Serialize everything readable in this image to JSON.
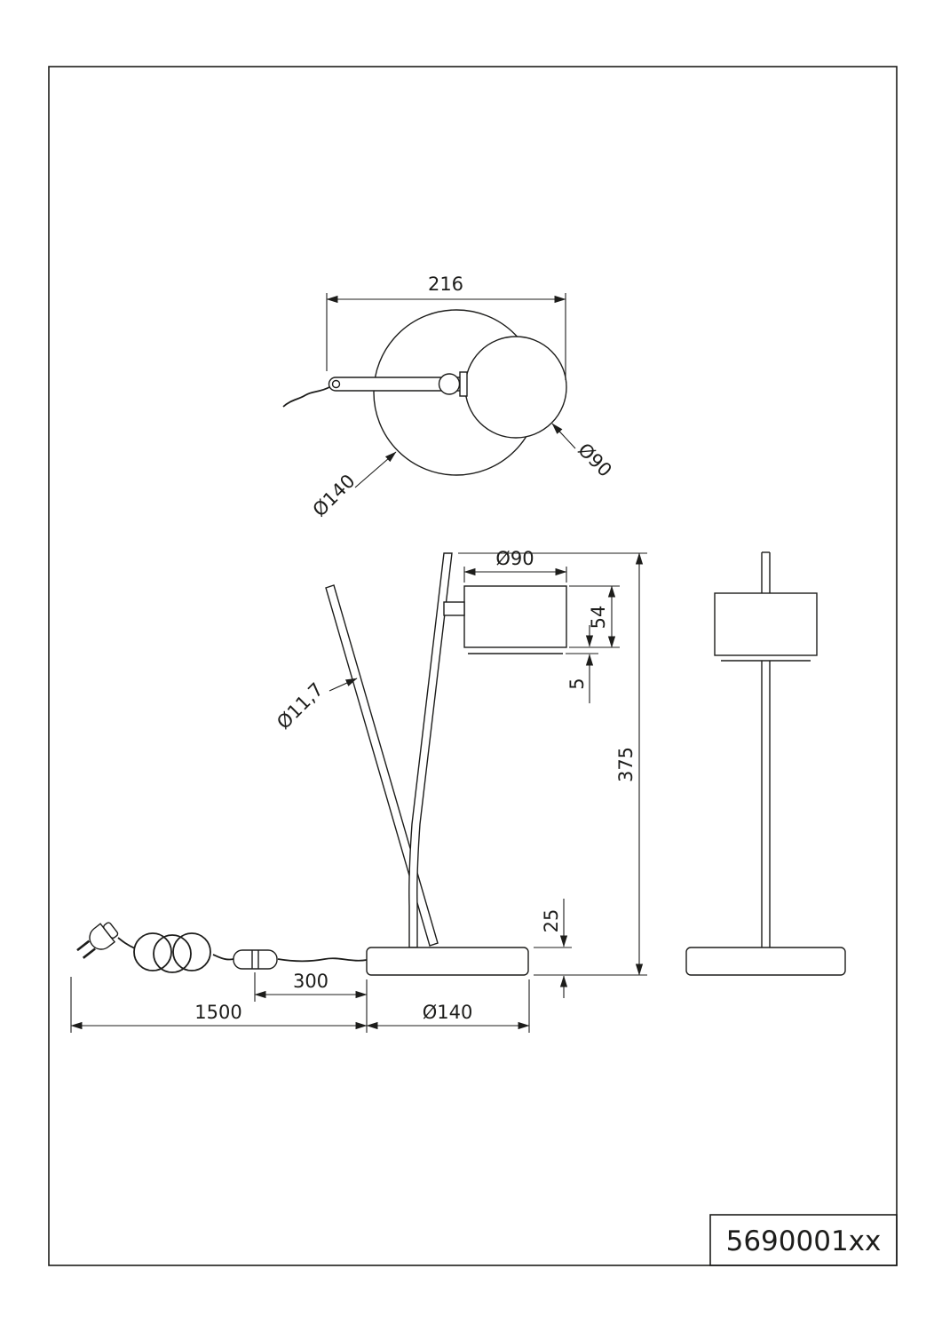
{
  "title_block": {
    "part_number": "5690001xx"
  },
  "top_view": {
    "overall_depth": "216",
    "base_diameter": "Ø140",
    "head_diameter": "Ø90"
  },
  "front_view": {
    "head_diameter": "Ø90",
    "head_height": "54",
    "rim_gap": "5",
    "total_height": "375",
    "rod_diameter": "Ø11,7",
    "base_height": "25",
    "switch_distance": "300",
    "cable_length": "1500",
    "base_diameter": "Ø140"
  }
}
